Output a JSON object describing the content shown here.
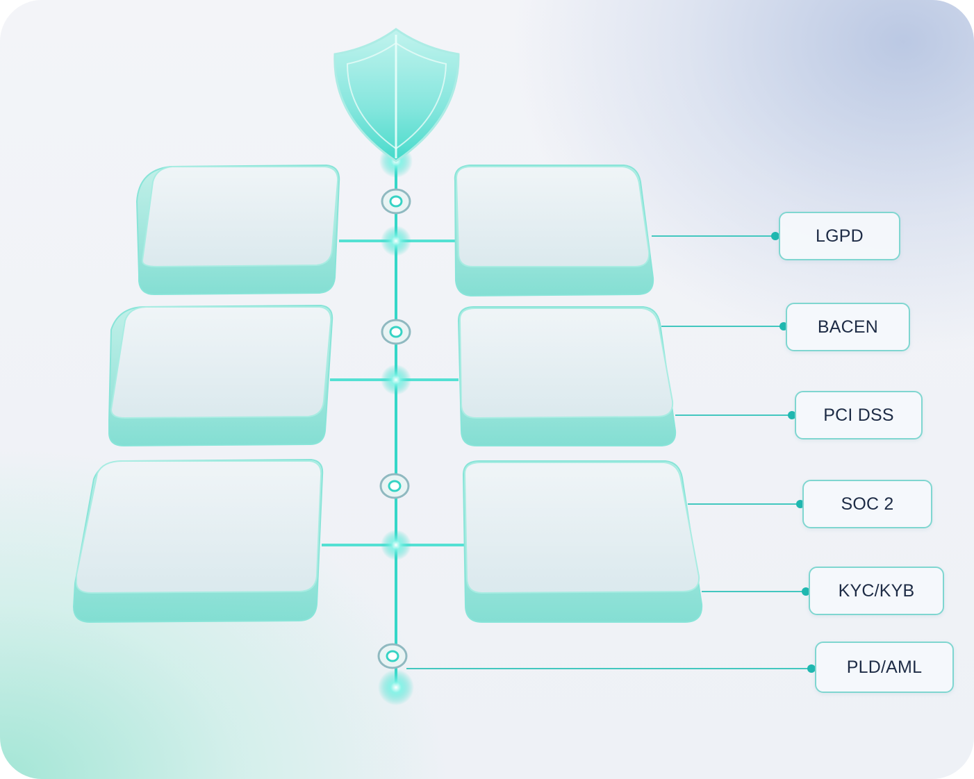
{
  "compliance_labels": [
    {
      "id": "lgpd",
      "label": "LGPD"
    },
    {
      "id": "bacen",
      "label": "BACEN"
    },
    {
      "id": "pci-dss",
      "label": "PCI DSS"
    },
    {
      "id": "soc-2",
      "label": "SOC 2"
    },
    {
      "id": "kyc-kyb",
      "label": "KYC/KYB"
    },
    {
      "id": "pld-aml",
      "label": "PLD/AML"
    }
  ],
  "icons": {
    "top": "shield-icon"
  },
  "colors": {
    "accent": "#2fd6c6",
    "connector": "#37c7bf",
    "label_border": "#7fd6d0",
    "label_text": "#1d2b45"
  }
}
